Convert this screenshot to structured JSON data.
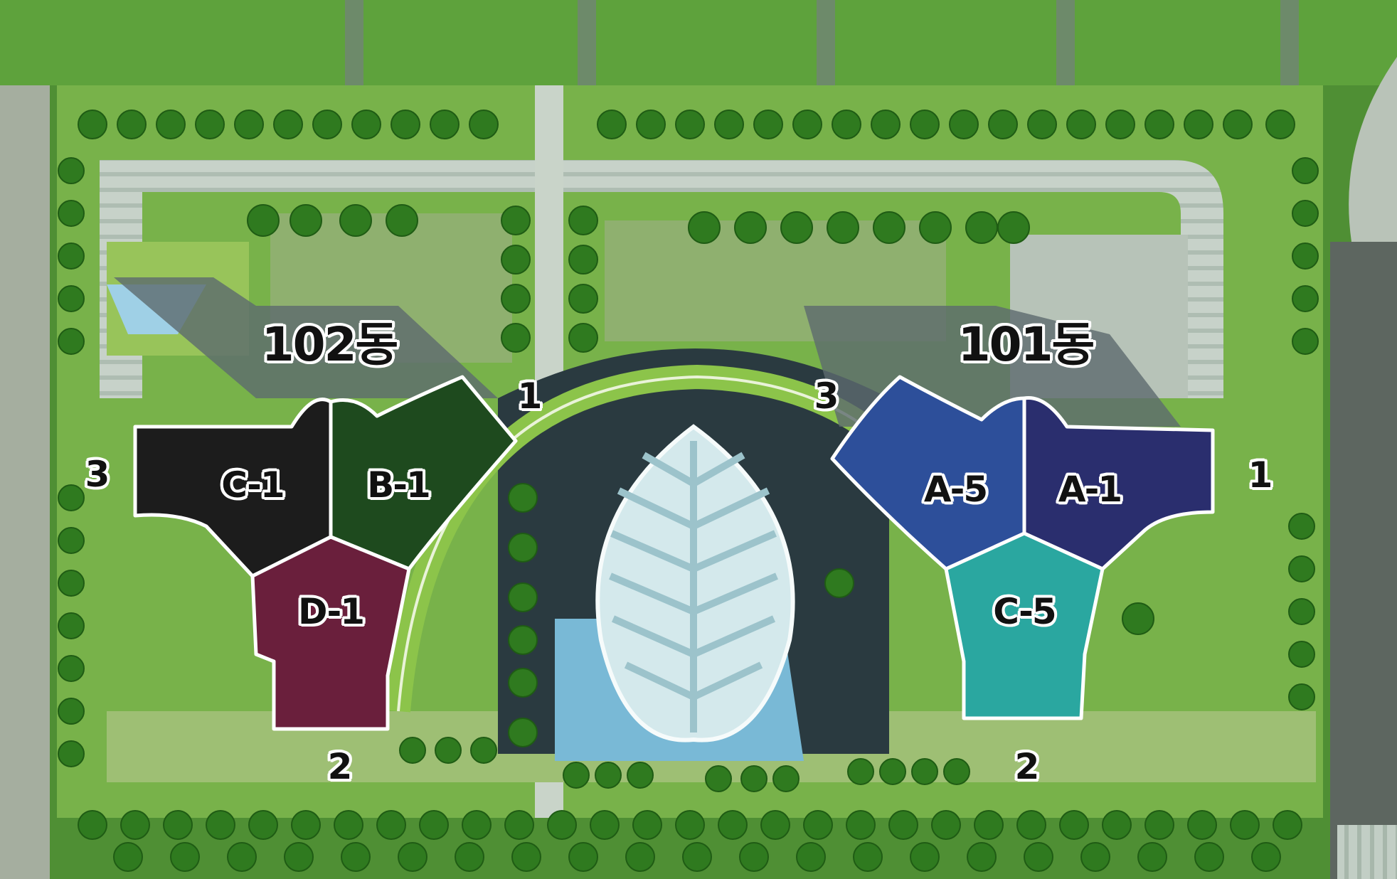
{
  "buildings": [
    {
      "name": "102동",
      "units": [
        "C-1",
        "B-1",
        "D-1"
      ]
    },
    {
      "name": "101동",
      "units": [
        "A-5",
        "A-1",
        "C-5"
      ]
    }
  ],
  "entrance_numbers": {
    "gate_102_1": "1",
    "gate_102_2": "2",
    "gate_102_3": "3",
    "gate_101_1": "1",
    "gate_101_2": "2",
    "gate_101_3": "3"
  },
  "colors": {
    "C-1": "#1c1c1c",
    "B-1": "#1e4a1e",
    "D-1": "#6a1f3c",
    "A-5": "#2d4f9a",
    "A-1": "#2a2e6e",
    "C-5": "#2aa7a0",
    "lawn": "#63a83e",
    "tree": "#2f7a1f",
    "road": "#b9c7bd",
    "water": "#79b9d6"
  }
}
